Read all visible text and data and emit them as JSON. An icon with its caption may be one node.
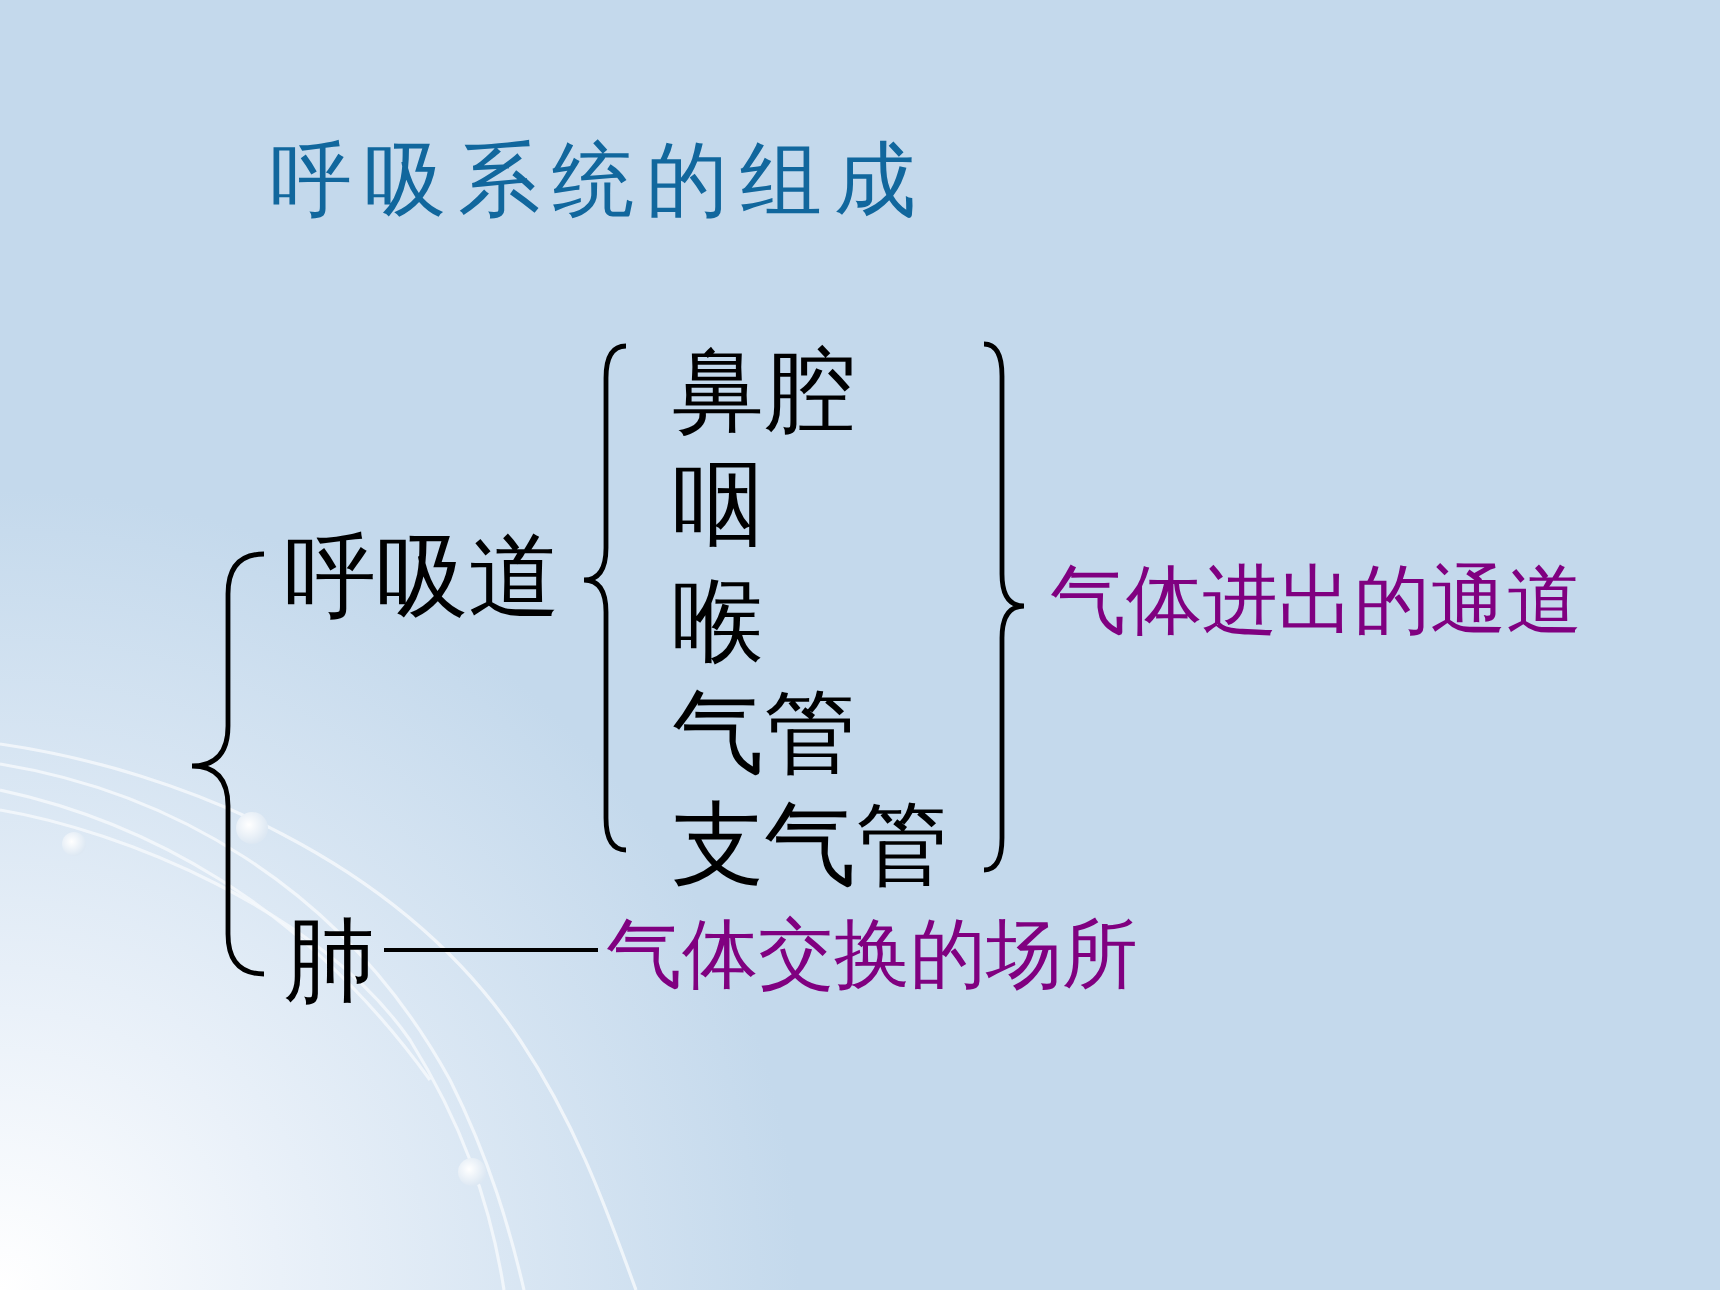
{
  "diagram": {
    "title": "呼吸系统的组成",
    "nodes": [
      {
        "text": [
          "肺"
        ]
      },
      {
        "text": [
          "气体交换的场所"
        ]
      }
    ],
    "edges": [
      {
        "from": 0,
        "to": 1,
        "arrow": "none"
      }
    ],
    "labels": [
      "呼吸道",
      "鼻腔",
      "咽",
      "喉",
      "气管",
      "支气管",
      "气体进出的通道"
    ]
  }
}
